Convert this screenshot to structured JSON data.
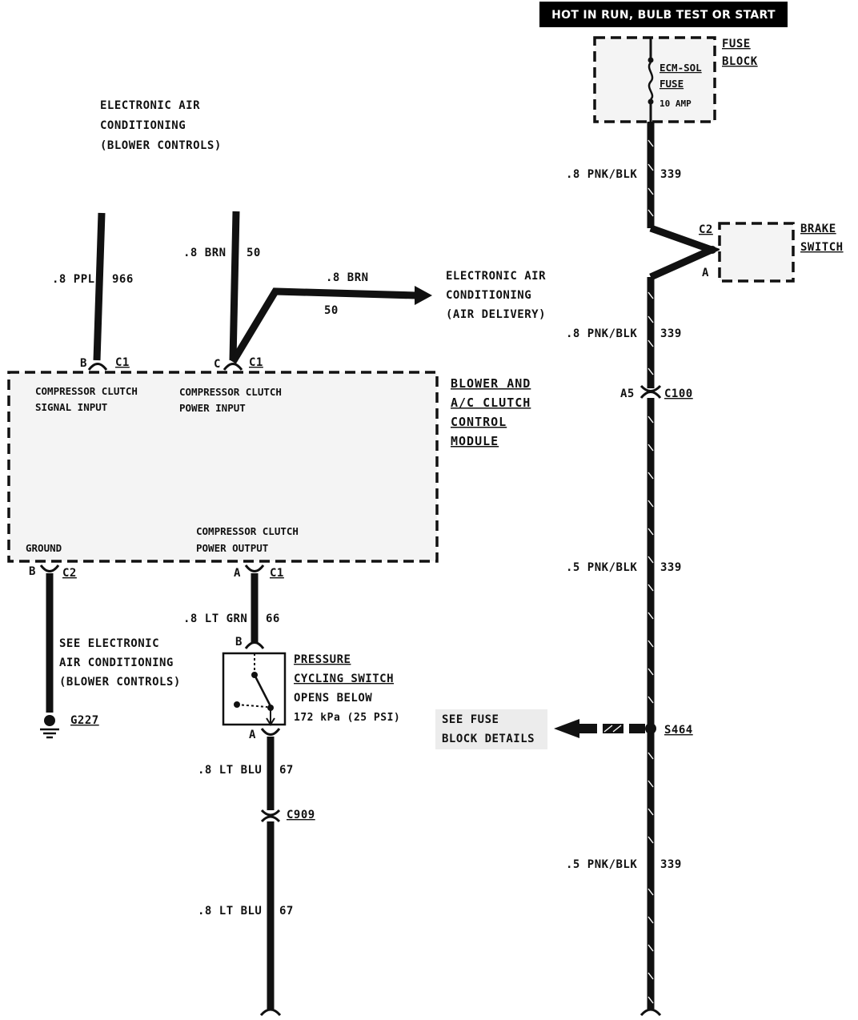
{
  "header": {
    "hot_label": "HOT IN RUN, BULB TEST OR START",
    "hot_bg": "#000000",
    "hot_fg": "#ffffff"
  },
  "fuse_block": {
    "title_1": "FUSE",
    "title_2": "BLOCK",
    "fuse_name_1": "ECM-SOL",
    "fuse_name_2": "FUSE",
    "fuse_rating": "10 AMP"
  },
  "top_left_note": {
    "line1": "ELECTRONIC AIR",
    "line2": "CONDITIONING",
    "line3": "(BLOWER CONTROLS)"
  },
  "air_delivery_note": {
    "line1": "ELECTRONIC AIR",
    "line2": "CONDITIONING",
    "line3": "(AIR DELIVERY)"
  },
  "wires": {
    "ppl_gauge": ".8 PPL",
    "ppl_circuit": "966",
    "brn_gauge": ".8 BRN",
    "brn_circuit": "50",
    "brn2_gauge": ".8 BRN",
    "brn2_circuit": "50",
    "pnk1_gauge": ".8 PNK/BLK",
    "pnk1_circuit": "339",
    "pnk2_gauge": ".8 PNK/BLK",
    "pnk2_circuit": "339",
    "pnk3_gauge": ".5 PNK/BLK",
    "pnk3_circuit": "339",
    "pnk4_gauge": ".5 PNK/BLK",
    "pnk4_circuit": "339",
    "ltgrn_gauge": ".8 LT GRN",
    "ltgrn_circuit": "66",
    "ltblu1_gauge": ".8 LT BLU",
    "ltblu1_circuit": "67",
    "ltblu2_gauge": ".8 LT BLU",
    "ltblu2_circuit": "67"
  },
  "brake_switch": {
    "title_1": "BRAKE",
    "title_2": "SWITCH",
    "connector": "C2",
    "pin": "A"
  },
  "connectors": {
    "b_pin": "B",
    "b_conn": "C1",
    "c_pin": "C",
    "c_conn": "C1",
    "a5_pin": "A5",
    "a5_conn": "C100",
    "gnd_pin": "B",
    "gnd_conn": "C2",
    "out_pin": "A",
    "out_conn": "C1",
    "sw_top_pin": "B",
    "sw_bot_pin": "A",
    "c909": "C909"
  },
  "module": {
    "title_1": "BLOWER AND",
    "title_2": "A/C CLUTCH",
    "title_3": "CONTROL",
    "title_4": "MODULE",
    "sig_1": "COMPRESSOR CLUTCH",
    "sig_2": "SIGNAL INPUT",
    "pwr_in_1": "COMPRESSOR CLUTCH",
    "pwr_in_2": "POWER INPUT",
    "pwr_out_1": "COMPRESSOR CLUTCH",
    "pwr_out_2": "POWER OUTPUT",
    "ground": "GROUND"
  },
  "ground_note": {
    "line1": "SEE ELECTRONIC",
    "line2": "AIR CONDITIONING",
    "line3": "(BLOWER CONTROLS)",
    "ground_id": "G227"
  },
  "pressure_switch": {
    "title_1": "PRESSURE",
    "title_2": "CYCLING SWITCH",
    "line3": "OPENS BELOW",
    "line4": "172 kPa (25 PSI)"
  },
  "splice": {
    "note_1": "SEE FUSE",
    "note_2": "BLOCK DETAILS",
    "id": "S464"
  }
}
